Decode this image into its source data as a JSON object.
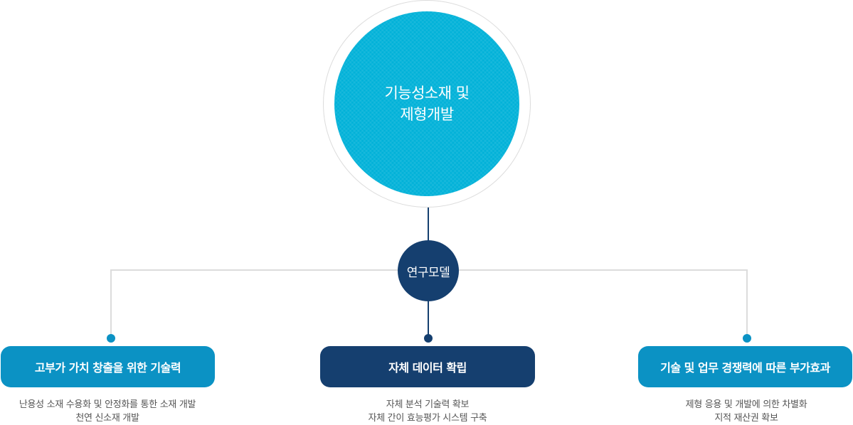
{
  "center": {
    "line1": "기능성소재 및",
    "line2": "제형개발"
  },
  "hub": {
    "label": "연구모델"
  },
  "branches": [
    {
      "title": "고부가 가치 창출을 위한 기술력",
      "lines": [
        "난용성 소재 수용화 및 안정화를 통한 소재 개발",
        "천연 신소재 개발"
      ]
    },
    {
      "title": "자체 데이터 확립",
      "lines": [
        "자체 분석 기술력 확보",
        "자체 간이 효능평가 시스템 구축"
      ]
    },
    {
      "title": "기술 및 업무 경쟁력에 따른 부가효과",
      "lines": [
        "제형 응용 및 개발에 의한 차별화",
        "지적 재산권 확보"
      ]
    }
  ],
  "colors": {
    "cyan": "#00b1d8",
    "navy": "#153f6f",
    "blue": "#0b92c4",
    "line": "#dcdcdc"
  }
}
